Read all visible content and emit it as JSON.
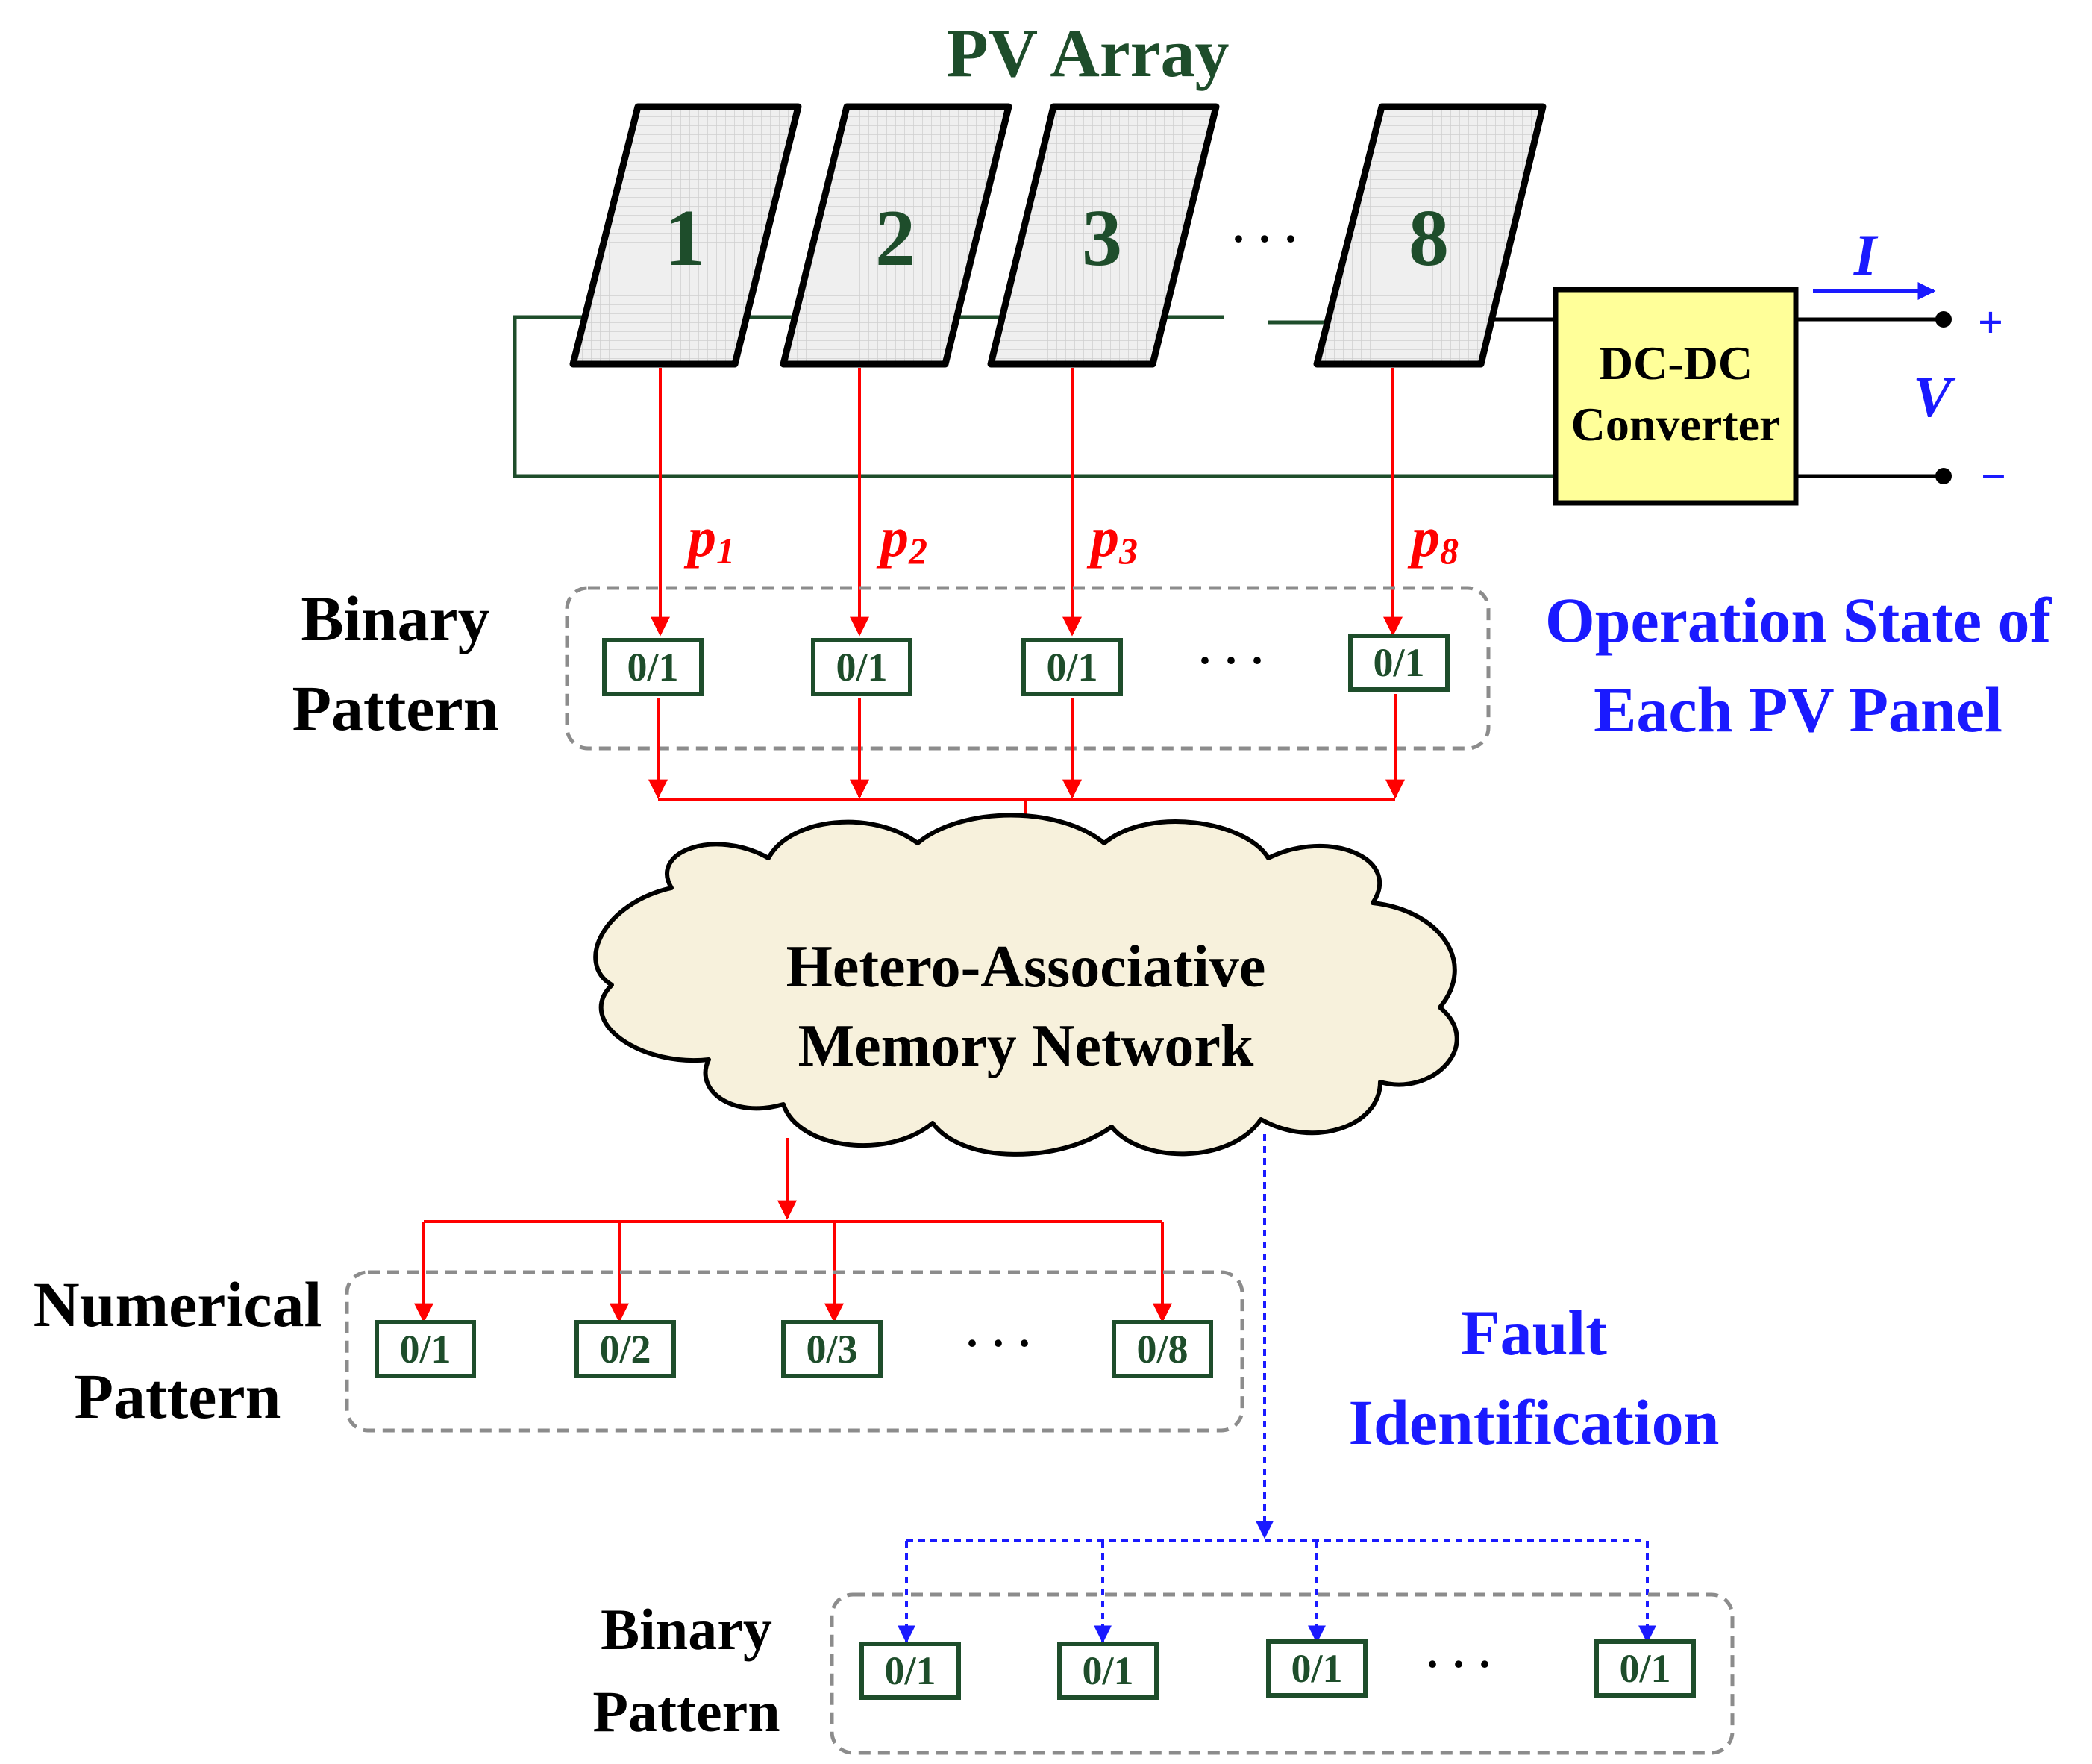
{
  "title": "PV Array",
  "panels": [
    "1",
    "2",
    "3",
    "8"
  ],
  "ellipsis": "· · ·",
  "converter": {
    "line1": "DC-DC",
    "line2": "Converter"
  },
  "current_label": "I",
  "voltage_label": "V",
  "plus": "+",
  "minus": "−",
  "signals": [
    {
      "base": "p",
      "sub": "1"
    },
    {
      "base": "p",
      "sub": "2"
    },
    {
      "base": "p",
      "sub": "3"
    },
    {
      "base": "p",
      "sub": "8"
    }
  ],
  "binary_pattern_label": {
    "line1": "Binary",
    "line2": "Pattern"
  },
  "binary_boxes": [
    "0/1",
    "0/1",
    "0/1",
    "0/1"
  ],
  "operation_state_label": {
    "line1": "Operation State of",
    "line2": "Each PV Panel"
  },
  "network": {
    "line1": "Hetero-Associative",
    "line2": "Memory Network"
  },
  "numerical_pattern_label": {
    "line1": "Numerical",
    "line2": "Pattern"
  },
  "numerical_boxes": [
    "0/1",
    "0/2",
    "0/3",
    "0/8"
  ],
  "fault_label": {
    "line1": "Fault",
    "line2": "Identification"
  },
  "output_pattern_label": {
    "line1": "Binary",
    "line2": "Pattern"
  },
  "output_boxes": [
    "0/1",
    "0/1",
    "0/1",
    "0/1"
  ],
  "colors": {
    "panel_text": "#1e4d2b",
    "wire": "#1e4d2b",
    "signal": "#ff0000",
    "blue": "#1a1aff",
    "converter_fill": "#ffff99",
    "cloud_fill": "#f7f1dc",
    "dashed_border": "#8c8c8c",
    "label": "#000000"
  }
}
